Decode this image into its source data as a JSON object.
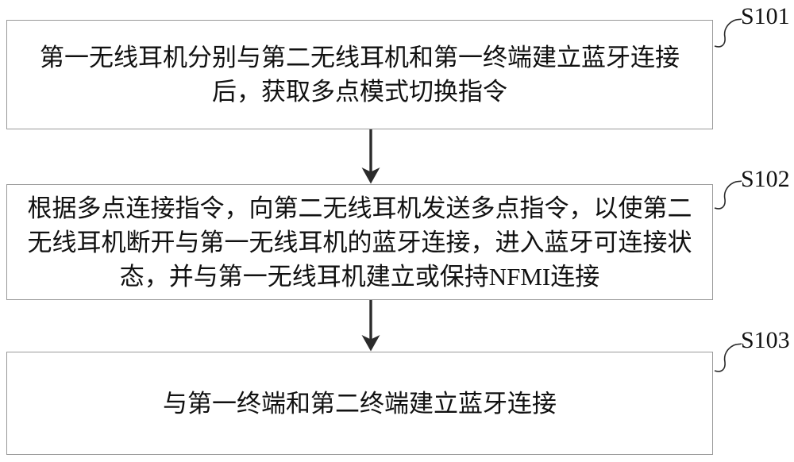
{
  "figure": {
    "type": "flowchart",
    "steps": [
      {
        "id": "S101",
        "lines": [
          "第一无线耳机分别与第二无线耳机和第一终端建立蓝牙连接",
          "后，获取多点模式切换指令"
        ]
      },
      {
        "id": "S102",
        "lines": [
          "根据多点连接指令，向第二无线耳机发送多点指令，以使第二",
          "无线耳机断开与第一无线耳机的蓝牙连接，进入蓝牙可连接状",
          "态，并与第一无线耳机建立或保持NFMI连接"
        ]
      },
      {
        "id": "S103",
        "lines": [
          "与第一终端和第二终端建立蓝牙连接"
        ]
      }
    ]
  },
  "colors": {
    "background": "#ffffff",
    "border": "#999999",
    "text": "#111111",
    "arrow": "#2b2b2b"
  }
}
